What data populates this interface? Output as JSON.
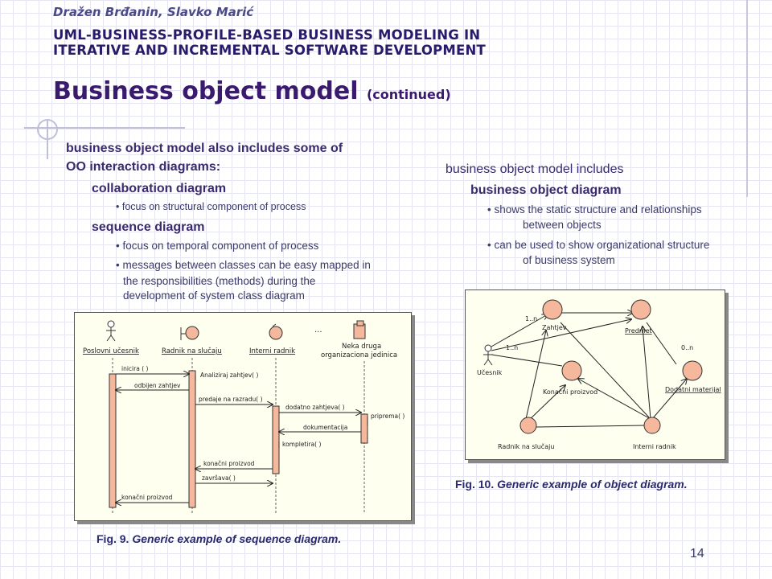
{
  "header": {
    "authors": "Dražen Brđanin, Slavko Marić",
    "paper_title_line1": "UML-BUSINESS-PROFILE-BASED BUSINESS MODELING IN",
    "paper_title_line2": "ITERATIVE AND INCREMENTAL SOFTWARE DEVELOPMENT",
    "slide_title": "Business object model",
    "slide_title_suffix": "(continued)"
  },
  "left": {
    "intro_line1": "business object model also includes some of",
    "intro_line2": "OO interaction diagrams:",
    "item1": "collaboration diagram",
    "item1_bullet": "focus on structural component of process",
    "item2": "sequence diagram",
    "item2_bullet1": "focus on temporal component of process",
    "item2_bullet2_line1": "messages between classes can be easy mapped in",
    "item2_bullet2_line2": "the responsibilities (methods) during the",
    "item2_bullet2_line3": "development of system class diagram"
  },
  "right": {
    "intro": "business object model includes",
    "item1": "business object diagram",
    "bullet1_line1": "shows the static structure and relationships",
    "bullet1_line2": "between objects",
    "bullet2_line1": "can be used to show organizational structure",
    "bullet2_line2": "of business system"
  },
  "sequence_diagram": {
    "lifelines": [
      "Poslovni učesnik",
      "Radnik na slučaju",
      "Interni radnik",
      "Neka druga",
      "organizaciona jedinica"
    ],
    "ellipsis": "...",
    "messages": [
      "inicira ( )",
      "Analiziraj zahtjev( )",
      "odbijen zahtjev",
      "predaje na razradu( )",
      "dodatno zahtjeva( )",
      "priprema( )",
      "dokumentacija",
      "kompletira( )",
      "konačni proizvod",
      "završava( )",
      "konačni proizvod"
    ]
  },
  "object_diagram": {
    "objects": [
      "Zahtjev",
      "Predmet",
      "Konačni proizvod",
      "Dodatni materijal",
      "Učesnik",
      "Radnik na slučaju",
      "Interni radnik"
    ],
    "multiplicities": [
      "1..n",
      "1..n",
      "0..n"
    ]
  },
  "captions": {
    "fig9_label": "Fig. 9.",
    "fig9_text": "Generic example of sequence diagram.",
    "fig10_label": "Fig. 10.",
    "fig10_text": "Generic example of object diagram."
  },
  "page_number": "14"
}
